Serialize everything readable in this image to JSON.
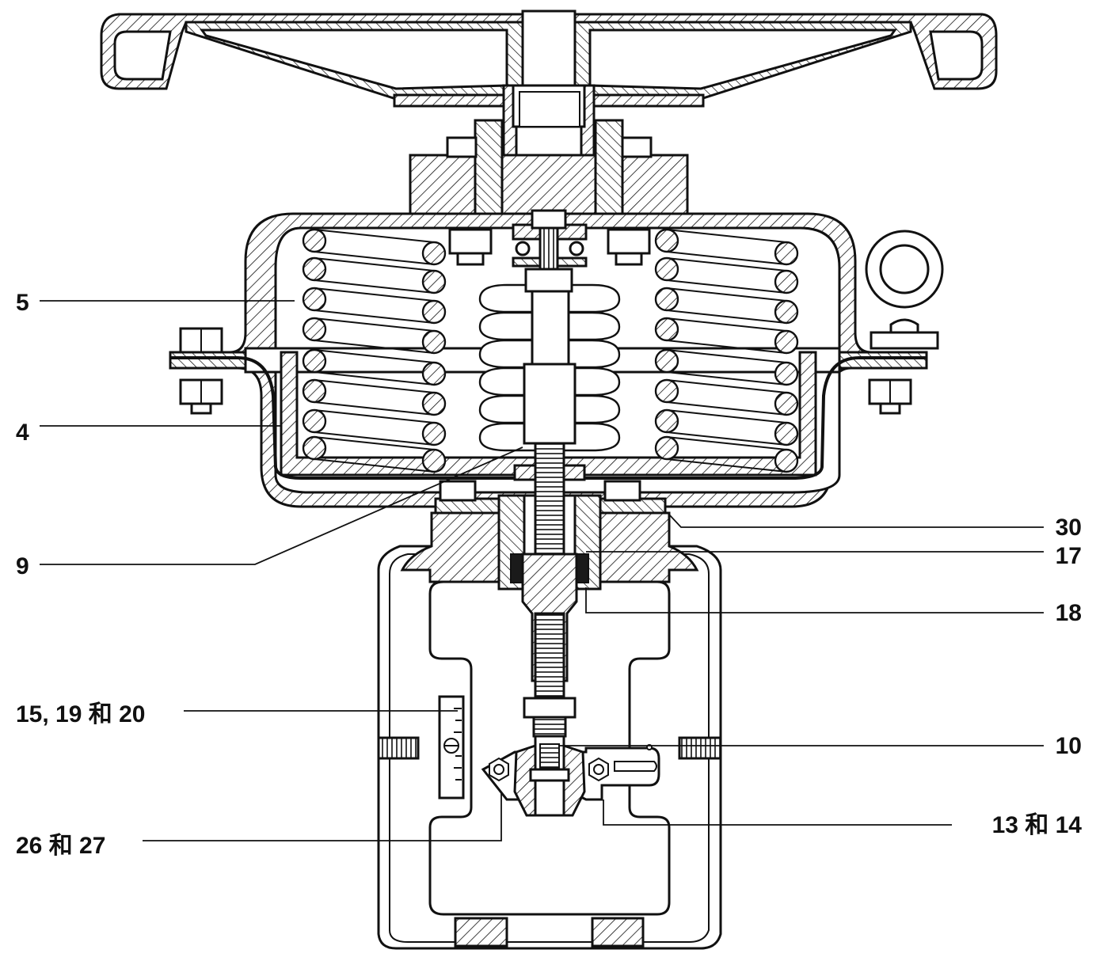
{
  "colors": {
    "ink": "#111111",
    "background": "#ffffff",
    "metal_fill": "#ffffff",
    "seal_fill": "#1a1a1a"
  },
  "callouts": [
    {
      "id": "5",
      "text": "5"
    },
    {
      "id": "4",
      "text": "4"
    },
    {
      "id": "9",
      "text": "9"
    },
    {
      "id": "30",
      "text": "30"
    },
    {
      "id": "17",
      "text": "17"
    },
    {
      "id": "18",
      "text": "18"
    },
    {
      "id": "15-19-20",
      "text": "15, 19 和 20"
    },
    {
      "id": "10",
      "text": "10"
    },
    {
      "id": "26-27",
      "text": "26 和 27"
    },
    {
      "id": "13-14",
      "text": "13 和 14"
    }
  ]
}
